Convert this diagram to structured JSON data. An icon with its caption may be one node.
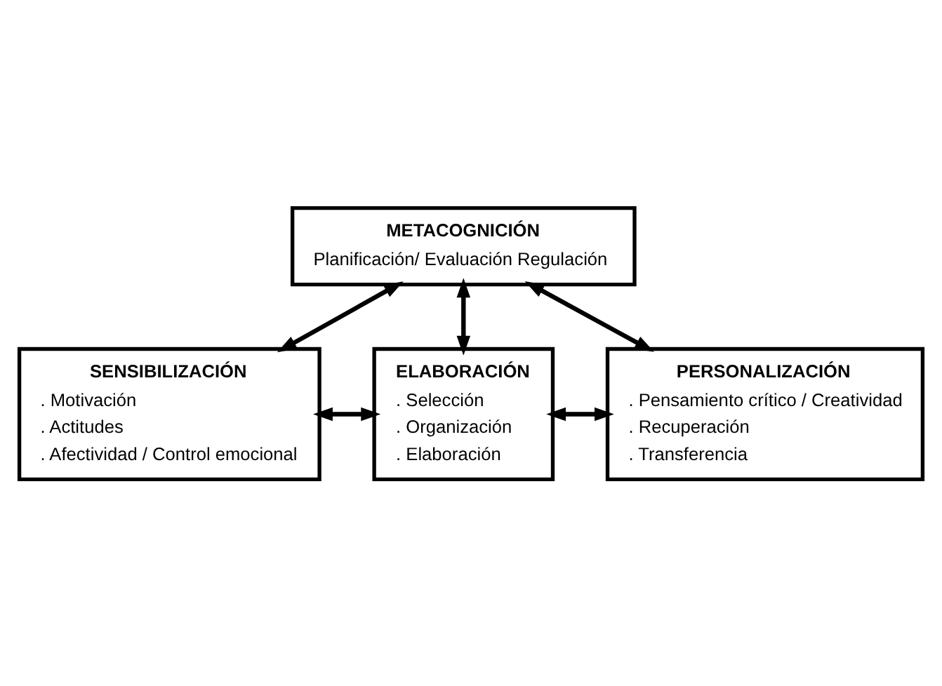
{
  "diagram": {
    "nodes": [
      {
        "text": [
          "METACOGNICIÓN",
          "Planificación/ Evaluación Regulación"
        ]
      },
      {
        "text": [
          "SENSIBILIZACIÓN",
          ". Motivación",
          ". Actitudes",
          ". Afectividad / Control emocional"
        ]
      },
      {
        "text": [
          "ELABORACIÓN",
          ". Selección",
          ". Organización",
          ". Elaboración"
        ]
      },
      {
        "text": [
          "PERSONALIZACIÓN",
          ". Pensamiento crítico / Creatividad",
          ". Recuperación",
          ". Transferencia"
        ]
      }
    ],
    "edges": [
      {
        "from": 0,
        "to": 1,
        "arrow": "both"
      },
      {
        "from": 0,
        "to": 2,
        "arrow": "both"
      },
      {
        "from": 0,
        "to": 3,
        "arrow": "both"
      },
      {
        "from": 1,
        "to": 2,
        "arrow": "both"
      },
      {
        "from": 2,
        "to": 3,
        "arrow": "both"
      }
    ]
  }
}
